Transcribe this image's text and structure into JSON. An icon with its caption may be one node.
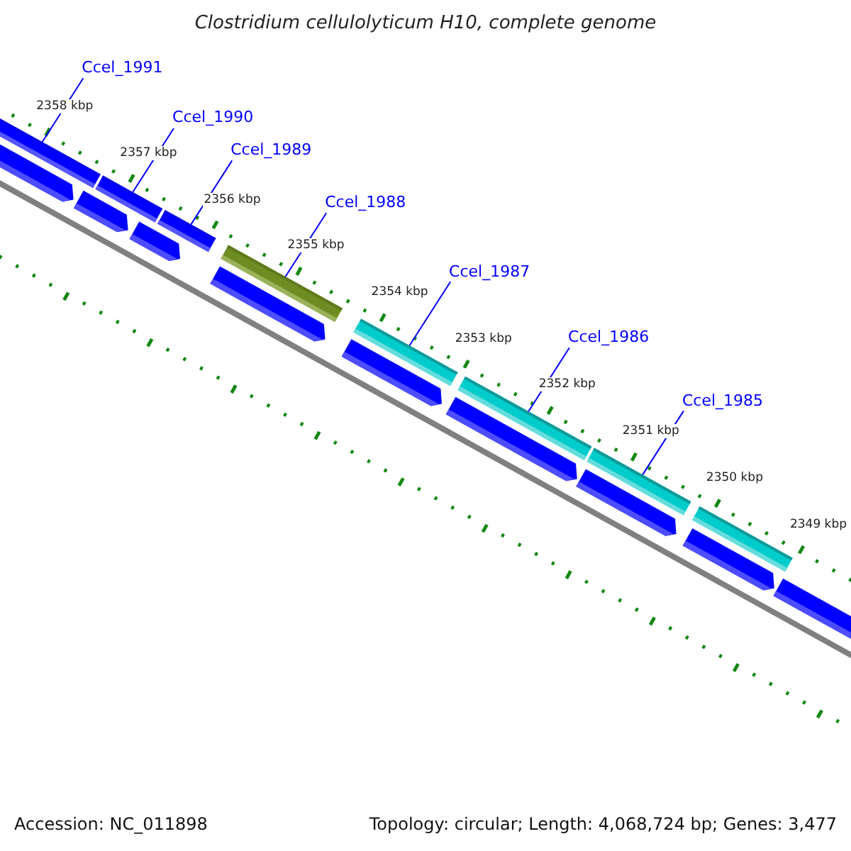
{
  "diagram": {
    "title": "Clostridium cellulolyticum H10, complete genome",
    "nodes": [
      {
        "text": [
          "Ccel_1991"
        ]
      },
      {
        "text": [
          "Ccel_1990"
        ]
      },
      {
        "text": [
          "Ccel_1989"
        ]
      },
      {
        "text": [
          "Ccel_1988"
        ]
      },
      {
        "text": [
          "Ccel_1987"
        ]
      },
      {
        "text": [
          "Ccel_1986"
        ]
      },
      {
        "text": [
          "Ccel_1985"
        ]
      },
      {
        "text": [],
        "shape": "bar"
      },
      {
        "text": [],
        "shape": "bar"
      },
      {
        "text": [],
        "shape": "bar"
      },
      {
        "text": [],
        "shape": "bar"
      },
      {
        "text": [],
        "shape": "bar"
      },
      {
        "text": [],
        "shape": "bar"
      },
      {
        "text": [],
        "shape": "bar"
      },
      {
        "text": [],
        "shape": "bar"
      },
      {
        "text": [],
        "shape": "pentagon"
      },
      {
        "text": [],
        "shape": "pentagon"
      },
      {
        "text": [],
        "shape": "pentagon"
      },
      {
        "text": [],
        "shape": "pentagon"
      },
      {
        "text": [],
        "shape": "pentagon"
      },
      {
        "text": [],
        "shape": "pentagon"
      },
      {
        "text": [],
        "shape": "pentagon"
      },
      {
        "text": [],
        "shape": "pentagon"
      },
      {
        "text": [],
        "shape": "pentagon"
      }
    ],
    "edges": [
      {
        "from": 0,
        "to": 7,
        "arrow": "none"
      },
      {
        "from": 1,
        "to": 8,
        "arrow": "none"
      },
      {
        "from": 2,
        "to": 9,
        "arrow": "none"
      },
      {
        "from": 3,
        "to": 10,
        "arrow": "none"
      },
      {
        "from": 4,
        "to": 11,
        "arrow": "none"
      },
      {
        "from": 5,
        "to": 12,
        "arrow": "none"
      },
      {
        "from": 6,
        "to": 13,
        "arrow": "none"
      }
    ],
    "labels": [
      "2358 kbp",
      "2357 kbp",
      "2356 kbp",
      "2355 kbp",
      "2354 kbp",
      "2353 kbp",
      "2352 kbp",
      "2351 kbp",
      "2350 kbp",
      "2349 kbp",
      "Accession: NC_011898",
      "Topology: circular; Length: 4,068,724 bp; Genes: 3,477"
    ]
  }
}
